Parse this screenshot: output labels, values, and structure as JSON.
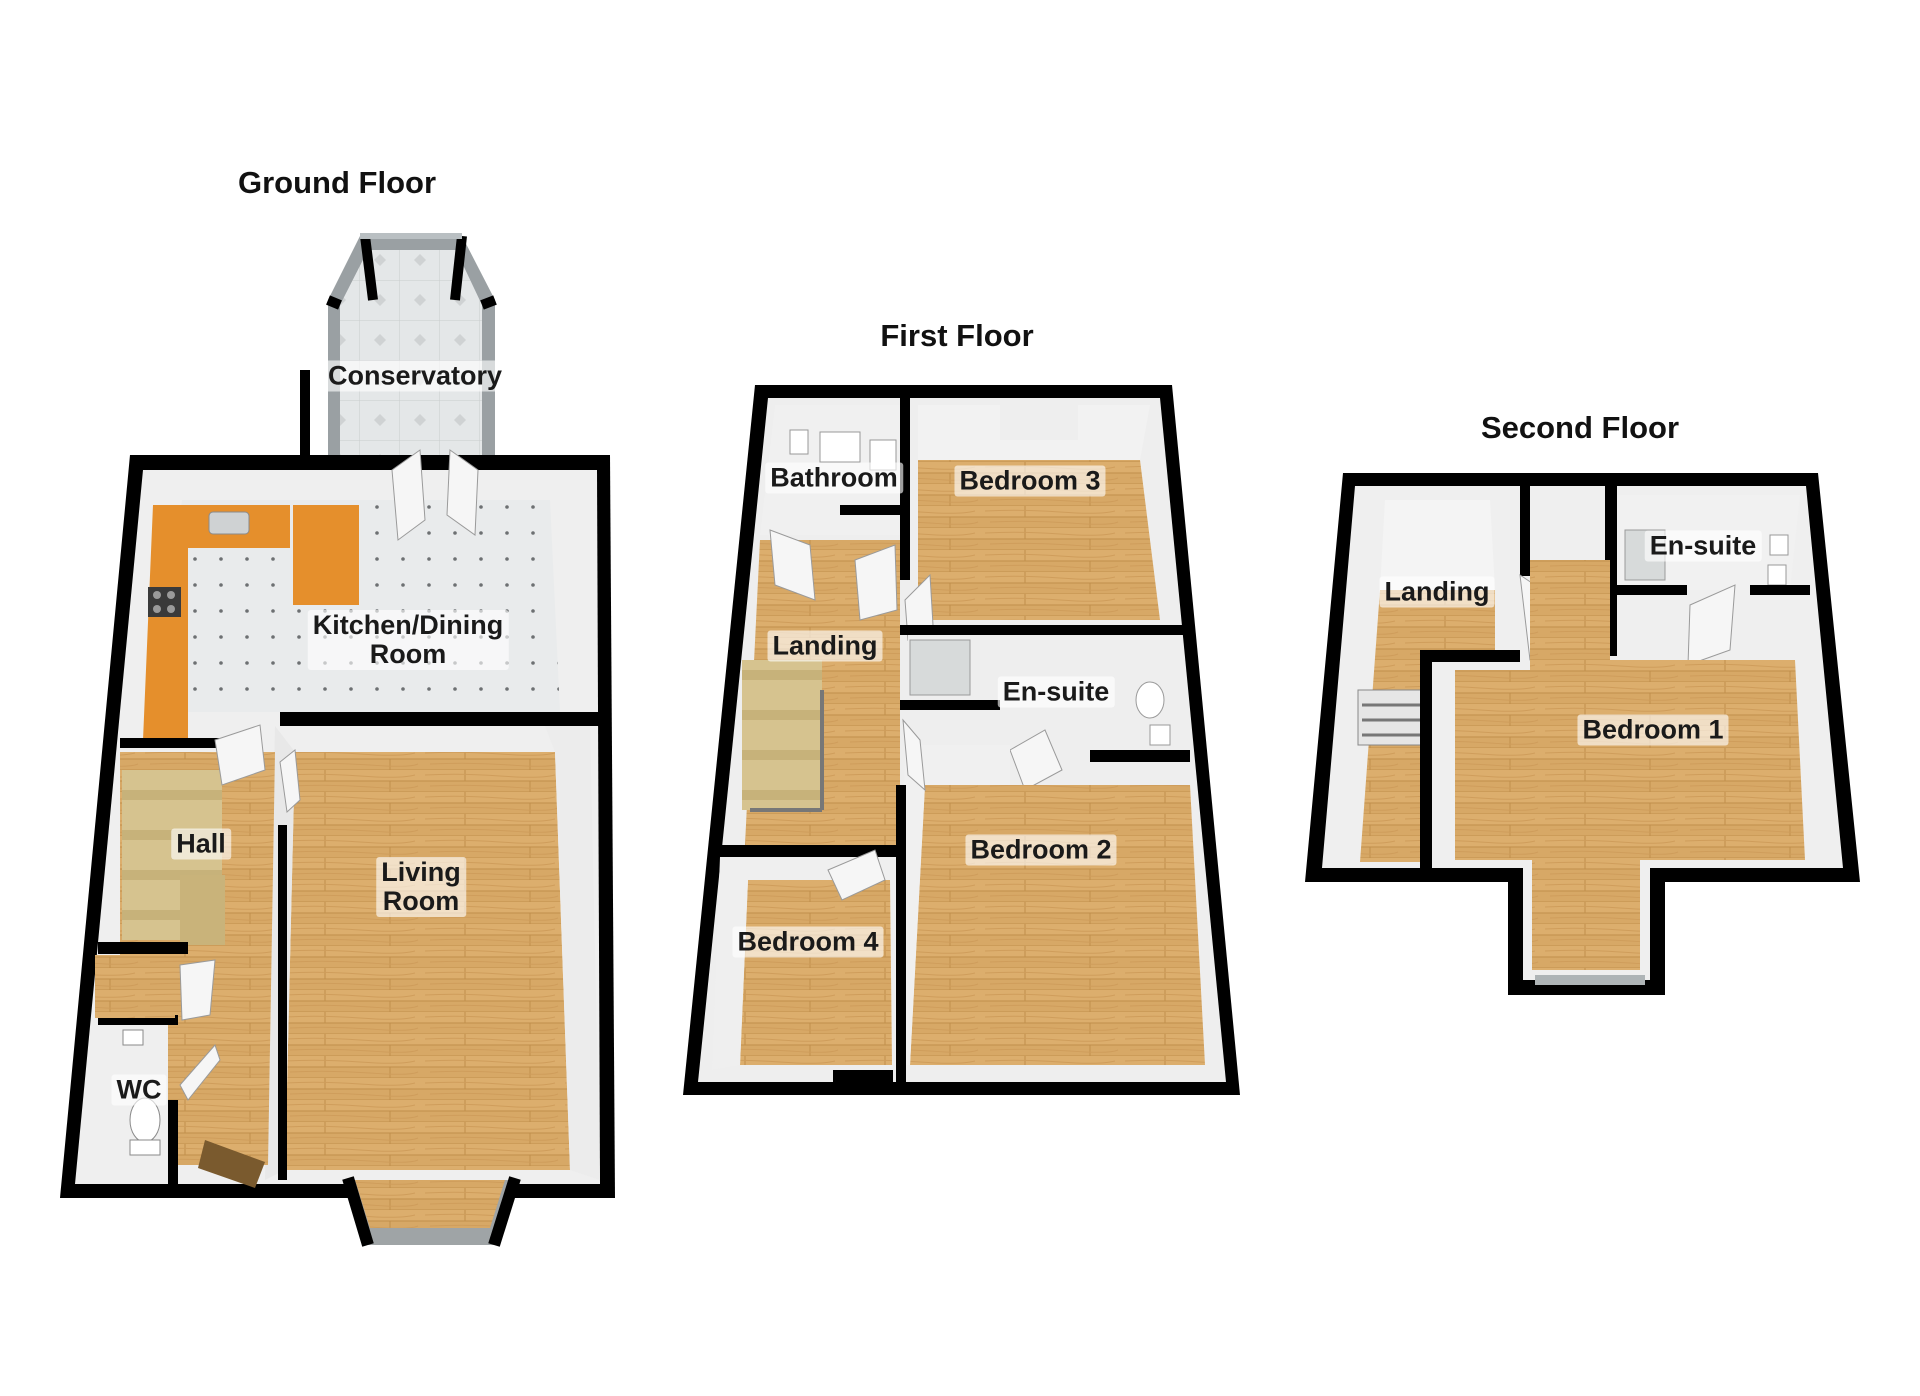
{
  "floors": [
    {
      "title": "Ground Floor",
      "rooms": [
        {
          "name": "Conservatory"
        },
        {
          "name": "Kitchen/Dining\nRoom"
        },
        {
          "name": "Hall"
        },
        {
          "name": "Living\nRoom"
        },
        {
          "name": "WC"
        }
      ]
    },
    {
      "title": "First Floor",
      "rooms": [
        {
          "name": "Bathroom"
        },
        {
          "name": "Bedroom 3"
        },
        {
          "name": "Landing"
        },
        {
          "name": "En-suite"
        },
        {
          "name": "Bedroom 2"
        },
        {
          "name": "Bedroom 4"
        }
      ]
    },
    {
      "title": "Second Floor",
      "rooms": [
        {
          "name": "Landing"
        },
        {
          "name": "En-suite"
        },
        {
          "name": "Bedroom 1"
        }
      ]
    }
  ],
  "colors": {
    "wall": "#000000",
    "wood_floor": "#d7a866",
    "tile_floor": "#e9ebec",
    "worktop": "#e58f2c",
    "stairs": "#c7b27a",
    "inner_wall": "#f1f1f1"
  }
}
